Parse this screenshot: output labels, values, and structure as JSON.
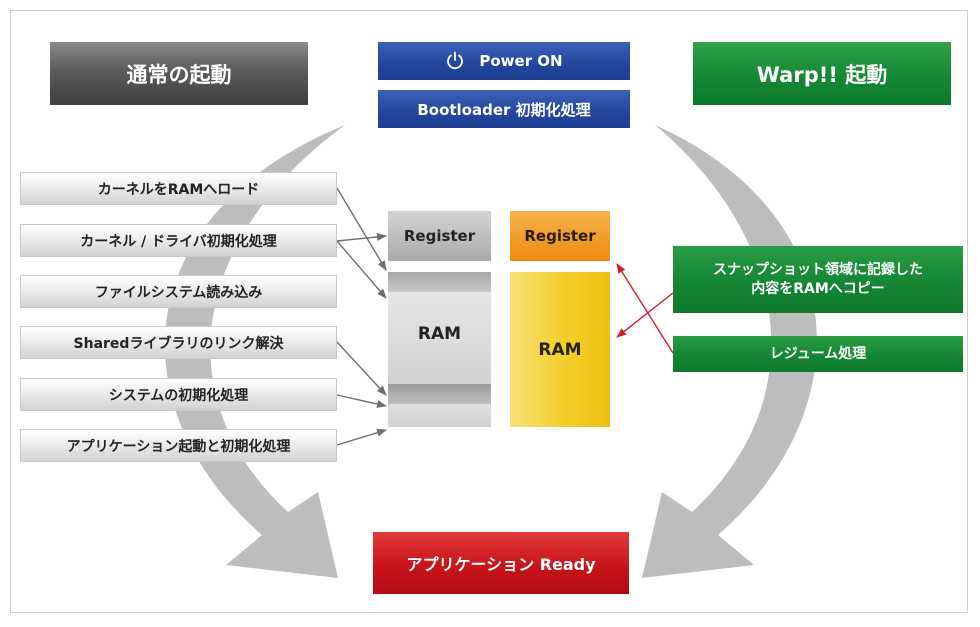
{
  "titles": {
    "normal_boot": "通常の起動",
    "warp_boot": "Warp!! 起動"
  },
  "center": {
    "power_on": "Power ON",
    "bootloader": "Bootloader 初期化処理",
    "register_normal": "Register",
    "register_warp": "Register",
    "ram_normal": "RAM",
    "ram_warp": "RAM",
    "app_ready": "アプリケーション Ready"
  },
  "normal_steps": [
    "カーネルをRAMへロード",
    "カーネル / ドライバ初期化処理",
    "ファイルシステム読み込み",
    "Sharedライブラリのリンク解決",
    "システムの初期化処理",
    "アプリケーション起動と初期化処理"
  ],
  "warp_steps": {
    "snapshot_line1": "スナップショット領域に記録した",
    "snapshot_line2": "内容をRAMへコピー",
    "resume": "レジューム処理"
  },
  "icons": {
    "power": "power-icon"
  },
  "colors": {
    "normal": "#4a4a4a",
    "warp": "#138432",
    "boot_blue": "#2448a0",
    "ready_red": "#c8141b",
    "register_orange": "#ee8a10",
    "ram_yellow": "#f3d02e",
    "big_arrow_gray": "#bdbdbd",
    "connector_gray": "#6e6e6e",
    "connector_red": "#d3202a"
  }
}
